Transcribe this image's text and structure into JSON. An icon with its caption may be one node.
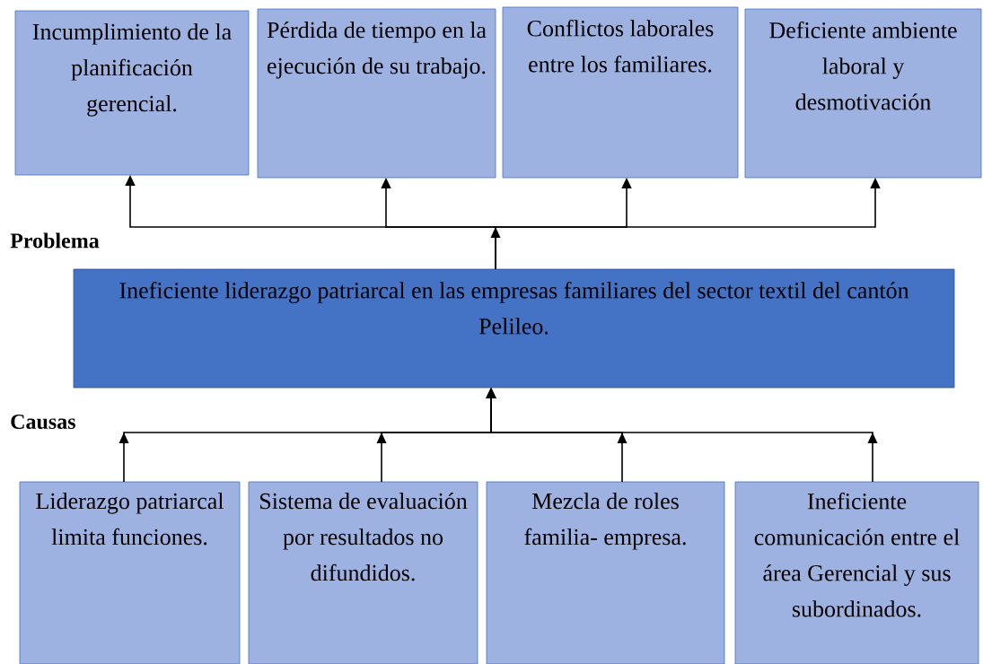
{
  "diagram": {
    "nodes": [
      {
        "text": [
          "Incumplimiento de la planificación gerencial."
        ]
      },
      {
        "text": [
          "Pérdida de tiempo en la ejecución de su trabajo."
        ]
      },
      {
        "text": [
          "Conflictos laborales entre los familiares."
        ]
      },
      {
        "text": [
          "Deficiente ambiente laboral y desmotivación"
        ]
      },
      {
        "text": [
          "Ineficiente  liderazgo patriarcal en las empresas familiares del sector textil del cantón Pelileo."
        ]
      },
      {
        "text": [
          "Liderazgo patriarcal limita funciones."
        ]
      },
      {
        "text": [
          "Sistema de evaluación por resultados no difundidos."
        ]
      },
      {
        "text": [
          "Mezcla de roles familia- empresa."
        ]
      },
      {
        "text": [
          "Ineficiente comunicación entre el área Gerencial y sus subordinados."
        ]
      }
    ],
    "edges": [
      {
        "from": 4,
        "to": 0,
        "arrow": "to"
      },
      {
        "from": 4,
        "to": 1,
        "arrow": "to"
      },
      {
        "from": 4,
        "to": 2,
        "arrow": "to"
      },
      {
        "from": 4,
        "to": 3,
        "arrow": "to"
      },
      {
        "from": 5,
        "to": 4,
        "arrow": "to"
      },
      {
        "from": 6,
        "to": 4,
        "arrow": "to"
      },
      {
        "from": 7,
        "to": 4,
        "arrow": "to"
      },
      {
        "from": 8,
        "to": 4,
        "arrow": "to"
      }
    ],
    "labels": [
      "Problema",
      "Causas"
    ]
  }
}
